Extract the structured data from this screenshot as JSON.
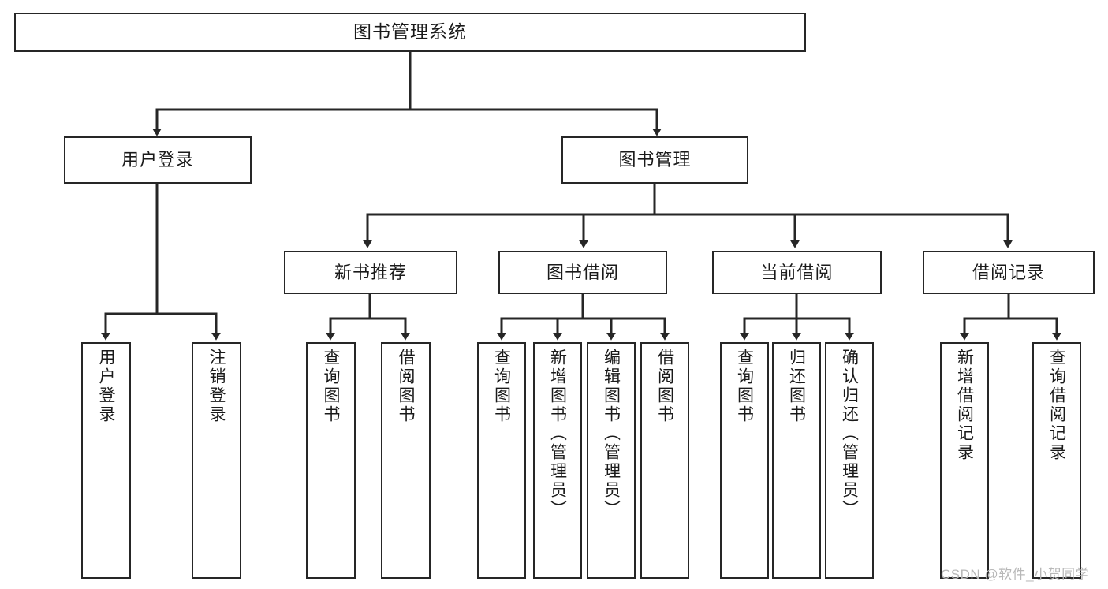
{
  "diagram": {
    "type": "tree-hierarchy",
    "title": "图书管理系统",
    "stroke_color": "#262626",
    "fill_color": "#ffffff",
    "text_color": "#1a1a1a",
    "background": "#ffffff",
    "nodes": {
      "root": {
        "label": "图书管理系统"
      },
      "level1": [
        {
          "id": "user-login",
          "label": "用户登录"
        },
        {
          "id": "book-manage",
          "label": "图书管理"
        }
      ],
      "level2": [
        {
          "id": "new-book-recommend",
          "label": "新书推荐"
        },
        {
          "id": "book-borrow",
          "label": "图书借阅"
        },
        {
          "id": "current-borrow",
          "label": "当前借阅"
        },
        {
          "id": "borrow-record",
          "label": "借阅记录"
        }
      ],
      "leaves": {
        "user-login": [
          {
            "id": "leaf-user-login",
            "label": "用户登录"
          },
          {
            "id": "leaf-logout-login",
            "label": "注销登录"
          }
        ],
        "new-book-recommend": [
          {
            "id": "leaf-query-book-1",
            "label": "查询图书"
          },
          {
            "id": "leaf-borrow-book-1",
            "label": "借阅图书"
          }
        ],
        "book-borrow": [
          {
            "id": "leaf-query-book-2",
            "label": "查询图书"
          },
          {
            "id": "leaf-add-book",
            "label": "新增图书（管理员）"
          },
          {
            "id": "leaf-edit-book",
            "label": "编辑图书（管理员）"
          },
          {
            "id": "leaf-borrow-book-2",
            "label": "借阅图书"
          }
        ],
        "current-borrow": [
          {
            "id": "leaf-query-book-3",
            "label": "查询图书"
          },
          {
            "id": "leaf-return-book",
            "label": "归还图书"
          },
          {
            "id": "leaf-confirm-return",
            "label": "确认归还（管理员）"
          }
        ],
        "borrow-record": [
          {
            "id": "leaf-add-record",
            "label": "新增借阅记录"
          },
          {
            "id": "leaf-query-record",
            "label": "查询借阅记录"
          }
        ]
      }
    }
  },
  "watermark": {
    "text": "CSDN @软件_小贺同学"
  }
}
